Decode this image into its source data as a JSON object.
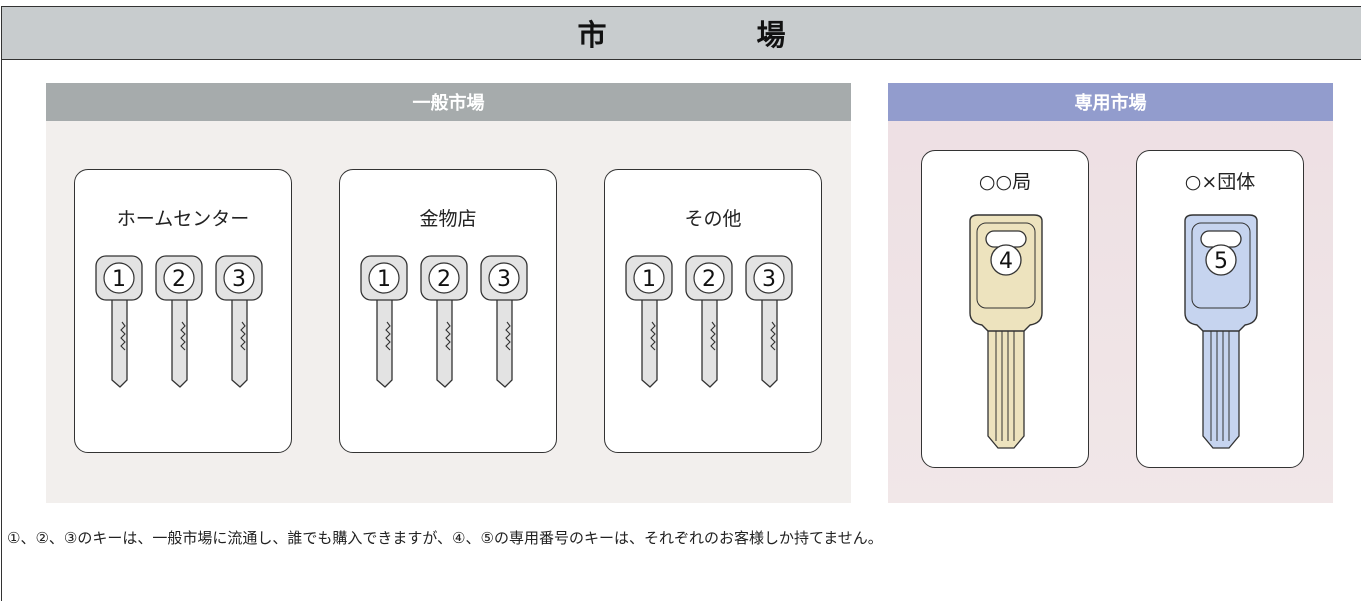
{
  "title": {
    "left": "市",
    "right": "場"
  },
  "general_market": {
    "header": "一般市場",
    "cards": [
      {
        "label": "ホームセンター",
        "keys": [
          "1",
          "2",
          "3"
        ]
      },
      {
        "label": "金物店",
        "keys": [
          "1",
          "2",
          "3"
        ]
      },
      {
        "label": "その他",
        "keys": [
          "1",
          "2",
          "3"
        ]
      }
    ]
  },
  "dedicated_market": {
    "header": "専用市場",
    "cards": [
      {
        "label": "○○局",
        "key": "4",
        "color": "#ede3be"
      },
      {
        "label": "○×団体",
        "key": "5",
        "color": "#c6d4ef"
      }
    ]
  },
  "footnote": "①、②、③のキーは、一般市場に流通し、誰でも購入できますが、④、⑤の専用番号のキーは、それぞれのお客様しか持てません。"
}
